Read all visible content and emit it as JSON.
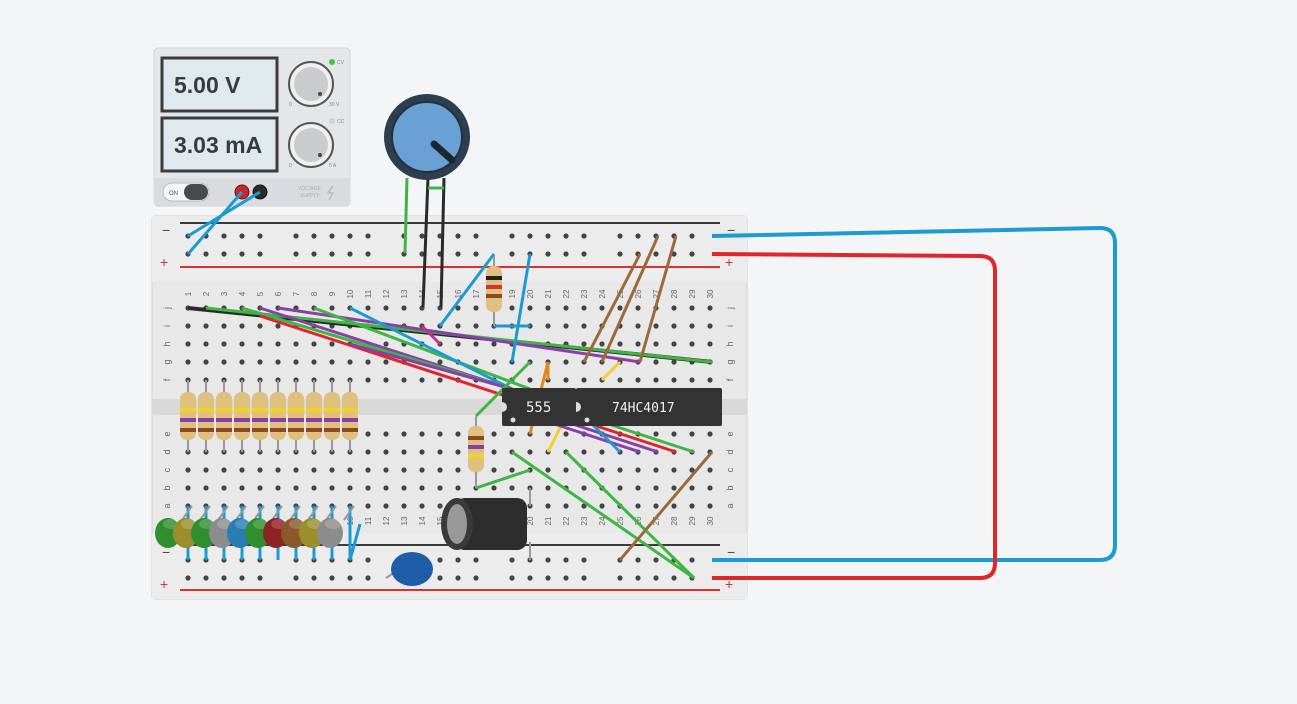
{
  "power_supply": {
    "voltage_display": "5.00 V",
    "current_display": "3.03 mA",
    "on_label": "ON",
    "cv_label": "CV",
    "cc_label": "CC",
    "voltage_min_label": "0",
    "voltage_max_label": "30 V",
    "current_min_label": "0",
    "current_max_label": "5 A",
    "brand_line1": "VOLTAGE",
    "brand_line2": "SUPPLY"
  },
  "breadboard": {
    "minus_sign": "−",
    "plus_sign": "+",
    "column_numbers": [
      "1",
      "2",
      "3",
      "4",
      "5",
      "6",
      "7",
      "8",
      "9",
      "10",
      "11",
      "12",
      "13",
      "14",
      "15",
      "16",
      "17",
      "18",
      "19",
      "20",
      "21",
      "22",
      "23",
      "24",
      "25",
      "26",
      "27",
      "28",
      "29",
      "30"
    ],
    "top_row_letters": [
      "j",
      "i",
      "h",
      "g",
      "f"
    ],
    "bottom_row_letters": [
      "e",
      "d",
      "c",
      "b",
      "a"
    ]
  },
  "chips": {
    "timer_label": "555",
    "counter_label": "74HC4017"
  },
  "colors": {
    "wire_blue": "#1b9bd1",
    "wire_red": "#e0262b",
    "wire_green": "#3fb544",
    "wire_purple": "#8a3fa8",
    "wire_brown": "#9a6a3a",
    "wire_black": "#2a2a2a",
    "chip_body": "#333333",
    "rail_red": "#d9322e",
    "rail_black": "#3b3b3b"
  },
  "leds": [
    "green",
    "olive",
    "green",
    "gray",
    "blue",
    "green",
    "red",
    "brown",
    "olive",
    "gray"
  ]
}
